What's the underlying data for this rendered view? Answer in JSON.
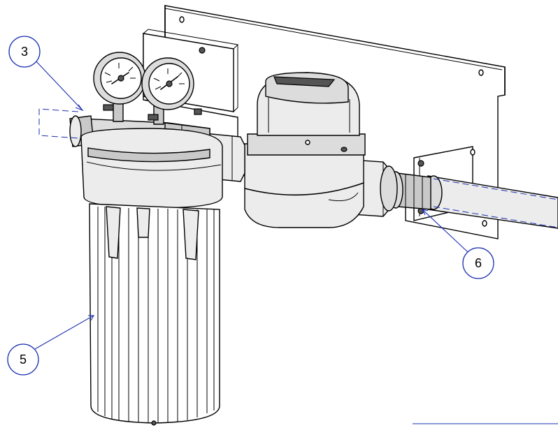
{
  "callouts": [
    {
      "label": "3"
    },
    {
      "label": "5"
    },
    {
      "label": "6"
    }
  ],
  "colors": {
    "callout": "#1a2fb0",
    "outline": "#000000",
    "body_light": "#ececec",
    "body_mid": "#c9c9c9"
  },
  "parts": [
    "mounting-bracket",
    "pressure-gauge-left",
    "pressure-gauge-right",
    "filter-head",
    "filter-housing-sump",
    "water-meter",
    "union-fitting",
    "outlet-hose"
  ]
}
